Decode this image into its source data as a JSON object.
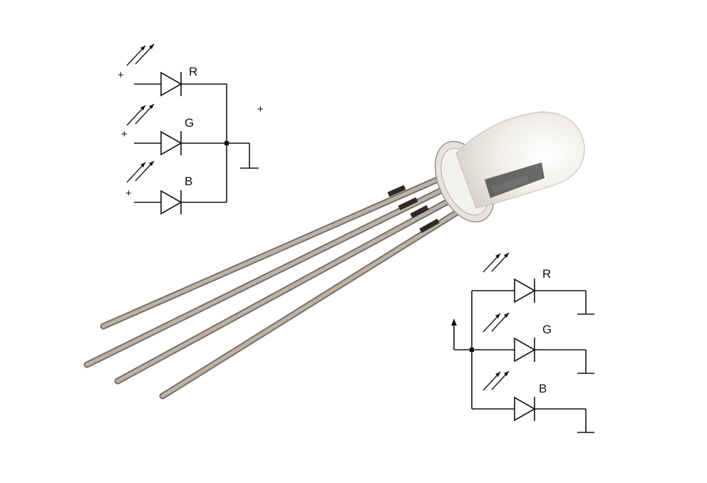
{
  "colors": {
    "background": "#ffffff",
    "ink": "#111111",
    "lead": "#b3a99e",
    "lead_shadow": "#6f665c",
    "lens": "#f2efe9"
  },
  "common_cathode": {
    "diodes": [
      {
        "label": "R",
        "polarity": "+"
      },
      {
        "label": "G",
        "polarity": "+"
      },
      {
        "label": "B",
        "polarity": "+"
      }
    ],
    "common_polarity": "+"
  },
  "common_anode": {
    "diodes": [
      {
        "label": "R"
      },
      {
        "label": "G"
      },
      {
        "label": "B"
      }
    ]
  },
  "component": {
    "icon": "rgb-led-icon",
    "lead_count": 4
  }
}
